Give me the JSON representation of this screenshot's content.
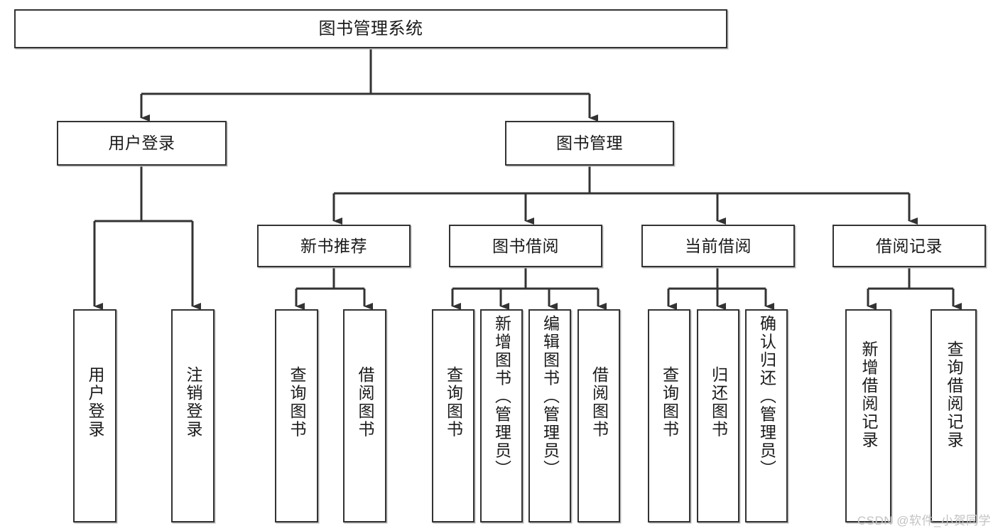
{
  "diagram": {
    "title": "图书管理系统",
    "type": "functional-structure-tree",
    "root": {
      "label": "图书管理系统"
    },
    "level2": [
      {
        "label": "用户登录"
      },
      {
        "label": "图书管理"
      }
    ],
    "level3": [
      {
        "label": "新书推荐"
      },
      {
        "label": "图书借阅"
      },
      {
        "label": "当前借阅"
      },
      {
        "label": "借阅记录"
      }
    ],
    "leaves": {
      "user_login": [
        {
          "label": "用户登录"
        },
        {
          "label": "注销登录"
        }
      ],
      "new_book_recommend": [
        {
          "label": "查询图书"
        },
        {
          "label": "借阅图书"
        }
      ],
      "book_borrow": [
        {
          "label": "查询图书"
        },
        {
          "label": "新增图书（管理员）"
        },
        {
          "label": "编辑图书（管理员）"
        },
        {
          "label": "借阅图书"
        }
      ],
      "current_borrow": [
        {
          "label": "查询图书"
        },
        {
          "label": "归还图书"
        },
        {
          "label": "确认归还（管理员）"
        }
      ],
      "borrow_record": [
        {
          "label": "新增借阅记录"
        },
        {
          "label": "查询借阅记录"
        }
      ]
    }
  },
  "watermark": {
    "text": "CSDN @软件_小贺同学"
  },
  "colors": {
    "stroke": "#333333",
    "text": "#1a1a1a",
    "background": "#ffffff",
    "shadow": "#b9b9b9",
    "watermark": "#c3c3c3"
  }
}
